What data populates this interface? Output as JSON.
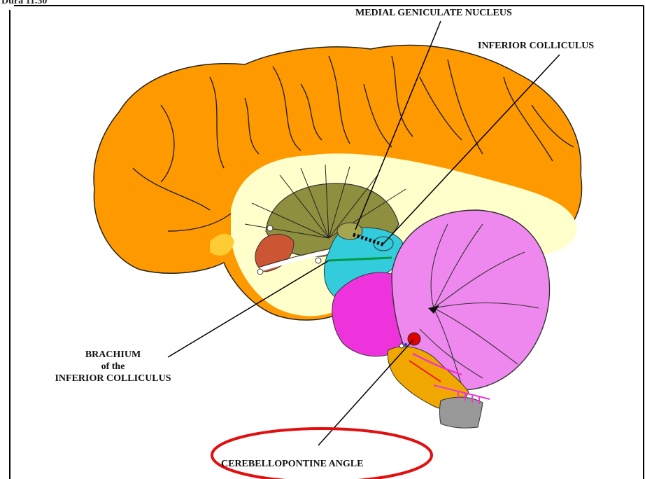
{
  "header_fragment": "Dura 11.30",
  "labels": {
    "medial_geniculate_nucleus": "MEDIAL GENICULATE NUCLEUS",
    "inferior_colliculus": "INFERIOR COLLICULUS",
    "brachium_line1": "BRACHIUM",
    "brachium_line2": "of the",
    "brachium_line3": "INFERIOR COLLICULUS",
    "cerebellopontine_angle": "CEREBELLOPONTINE ANGLE"
  },
  "colors": {
    "cortex": "#ff9900",
    "white_matter": "#ffffcc",
    "thalamus": "#8f8f40",
    "midbrain": "#33ccdd",
    "pons": "#ee33dd",
    "cerebellum": "#ee88ee",
    "medulla": "#f0a800",
    "spinal_cord": "#999999",
    "highlight_ellipse": "#e01010",
    "marker_dot": "#e00000"
  }
}
